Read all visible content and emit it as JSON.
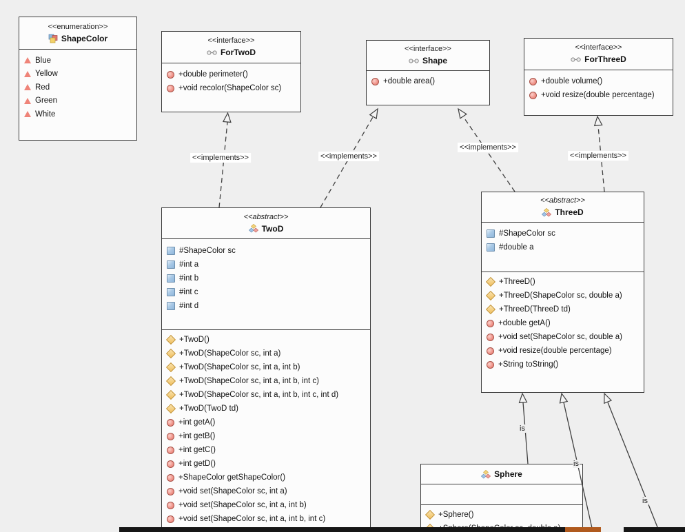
{
  "labels": {
    "implements": "<<implements>>",
    "is": "is"
  },
  "boxes": {
    "shapecolor": {
      "stereotype": "<<enumeration>>",
      "name": "ShapeColor",
      "items": [
        "Blue",
        "Yellow",
        "Red",
        "Green",
        "White"
      ]
    },
    "fortwod": {
      "stereotype": "<<interface>>",
      "name": "ForTwoD",
      "methods": [
        "+double perimeter()",
        "+void recolor(ShapeColor sc)"
      ]
    },
    "shape": {
      "stereotype": "<<interface>>",
      "name": "Shape",
      "methods": [
        "+double area()"
      ]
    },
    "forthreed": {
      "stereotype": "<<interface>>",
      "name": "ForThreeD",
      "methods": [
        "+double volume()",
        "+void resize(double percentage)"
      ]
    },
    "twod": {
      "stereotype": "<<abstract>>",
      "name": "TwoD",
      "fields": [
        "#ShapeColor sc",
        "#int a",
        "#int b",
        "#int c",
        "#int d"
      ],
      "constructors": [
        "+TwoD()",
        "+TwoD(ShapeColor sc, int a)",
        "+TwoD(ShapeColor sc, int a, int b)",
        "+TwoD(ShapeColor sc, int a, int b, int c)",
        "+TwoD(ShapeColor sc, int a, int b, int c, int d)",
        "+TwoD(TwoD td)"
      ],
      "methods": [
        "+int getA()",
        "+int getB()",
        "+int getC()",
        "+int getD()",
        "+ShapeColor getShapeColor()",
        "+void set(ShapeColor sc, int a)",
        "+void set(ShapeColor sc, int a, int b)",
        "+void set(ShapeColor sc, int a, int b, int c)"
      ]
    },
    "threed": {
      "stereotype": "<<abstract>>",
      "name": "ThreeD",
      "fields": [
        "#ShapeColor sc",
        "#double a"
      ],
      "constructors": [
        "+ThreeD()",
        "+ThreeD(ShapeColor sc, double a)",
        "+ThreeD(ThreeD td)"
      ],
      "methods": [
        "+double getA()",
        "+void set(ShapeColor sc, double a)",
        "+void resize(double percentage)",
        "+String toString()"
      ]
    },
    "sphere": {
      "name": "Sphere",
      "constructors": [
        "+Sphere()",
        "+Sphere(ShapeColor sc, double a)"
      ]
    }
  },
  "colors": {
    "background": "#efefef",
    "box_fill": "#fcfcfc",
    "box_border": "#3c3c3c",
    "method_icon": "#ef9187",
    "constructor_icon": "#f0bf5e",
    "field_icon": "#a9c9e6",
    "enum_constant_icon": "#ef8479",
    "bottom_bar_dark": "#161616",
    "bottom_bar_orange": "#b05a1e"
  }
}
